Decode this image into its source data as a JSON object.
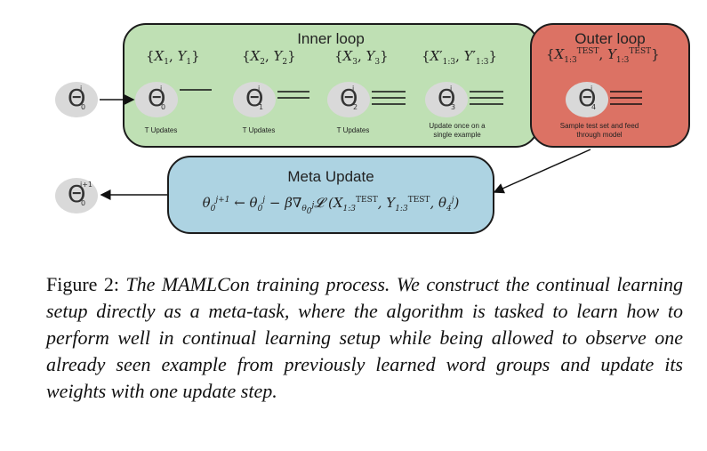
{
  "figure": {
    "inner_loop_title": "Inner loop",
    "outer_loop_title": "Outer loop",
    "meta_update_title": "Meta Update",
    "inner_sets": [
      "{X1, Y1}",
      "{X2, Y2}",
      "{X3, Y3}",
      "{X'1:3, Y'1:3}"
    ],
    "outer_set": "{X TEST 1:3, Y TEST 1:3}",
    "thetas": [
      {
        "label": "Θ",
        "sup": "i",
        "sub": "0"
      },
      {
        "label": "Θ",
        "sup": "i",
        "sub": "0"
      },
      {
        "label": "Θ",
        "sup": "i",
        "sub": "1"
      },
      {
        "label": "Θ",
        "sup": "i",
        "sub": "2"
      },
      {
        "label": "Θ",
        "sup": "i",
        "sub": "3"
      },
      {
        "label": "Θ",
        "sup": "i",
        "sub": "4"
      },
      {
        "label": "Θ",
        "sup": "i+1",
        "sub": "0"
      }
    ],
    "step_captions": [
      "T Updates",
      "T Updates",
      "T Updates",
      "Update once on a single example"
    ],
    "outer_caption": "Sample test set and feed through model",
    "meta_formula": "θ0j+1 ← θ0j − β∇θ0j L(X TEST 1:3, Y TEST 1:3, θ4j)",
    "colors": {
      "inner": "#bfe0b4",
      "outer": "#dc7264",
      "meta": "#add3e2",
      "theta": "#d9d9d9"
    }
  },
  "caption": {
    "label": "Figure 2:",
    "text": "The MAMLCon training process. We construct the continual learning setup directly as a meta-task, where the algorithm is tasked to learn how to perform well in continual learning setup while being allowed to observe one already seen example from previously learned word groups and update its weights with one update step."
  }
}
